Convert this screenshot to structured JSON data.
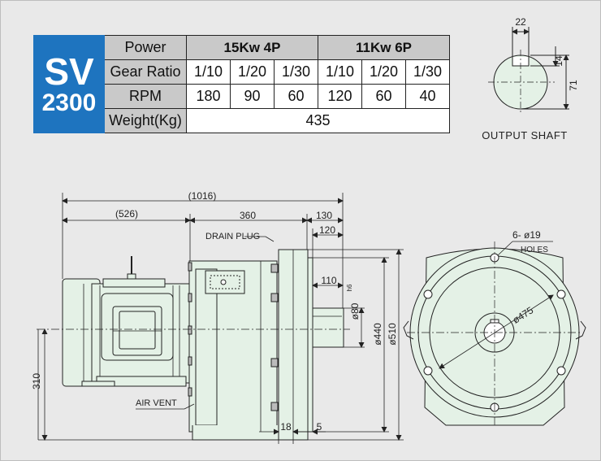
{
  "model": {
    "line1": "SV",
    "line2": "2300"
  },
  "table": {
    "power_label": "Power",
    "gear_ratio_label": "Gear Ratio",
    "rpm_label": "RPM",
    "weight_label": "Weight(Kg)",
    "groups": [
      {
        "power": "15Kw  4P",
        "ratios": [
          "1/10",
          "1/20",
          "1/30"
        ],
        "rpm": [
          "180",
          "90",
          "60"
        ]
      },
      {
        "power": "11Kw  6P",
        "ratios": [
          "1/10",
          "1/20",
          "1/30"
        ],
        "rpm": [
          "120",
          "60",
          "40"
        ]
      }
    ],
    "weight": "435"
  },
  "output_shaft": {
    "caption": "OUTPUT  SHAFT",
    "dim_width": "22",
    "dim_key": "14",
    "dim_height": "71"
  },
  "dimensions": {
    "overall": "(1016)",
    "motor": "(526)",
    "body": "360",
    "flange_to_end": "130",
    "shaft_length": "120",
    "shaft_bore": "110",
    "shaft_dia": "ø80",
    "shaft_tol": "h6",
    "spigot_dia": "ø440",
    "flange_dia": "ø510",
    "height": "310",
    "flange_thick": "18",
    "spigot_depth": "5",
    "holes": "6- ø19",
    "holes_label": "HOLES",
    "pcd": "ø475"
  },
  "labels": {
    "drain_plug": "DRAIN PLUG",
    "air_vent": "AIR VENT"
  }
}
